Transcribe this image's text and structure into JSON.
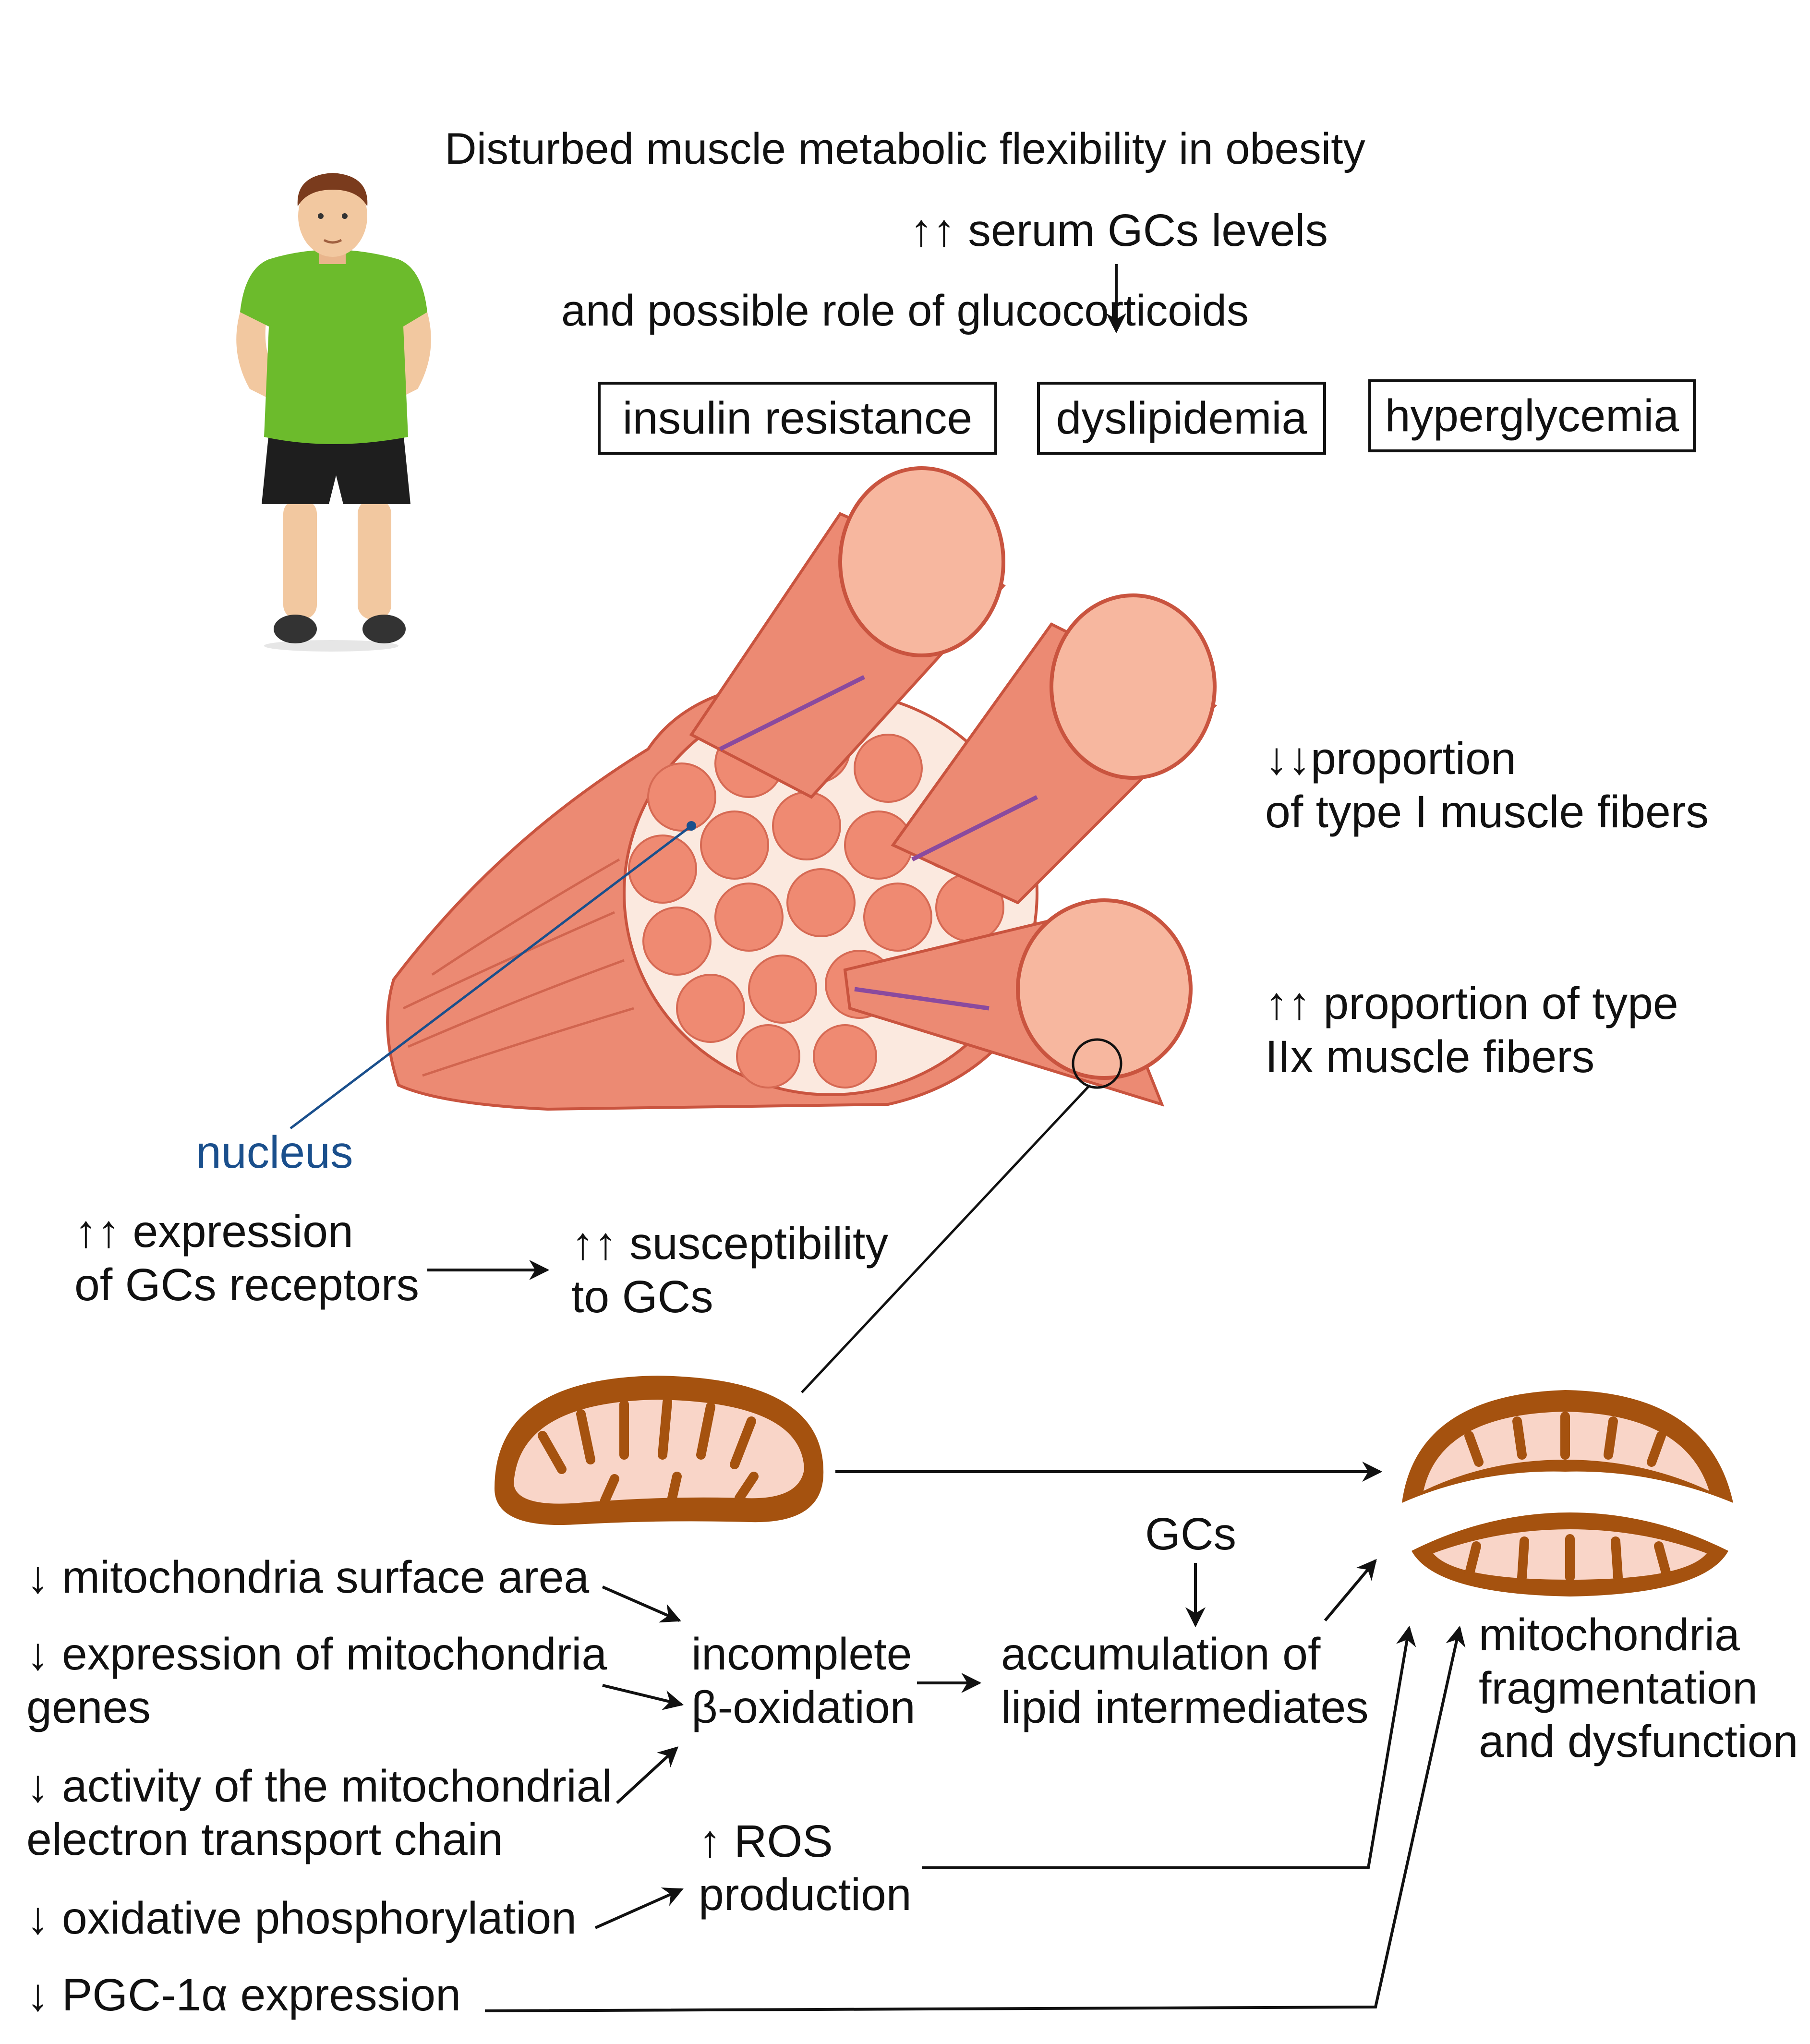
{
  "title": {
    "line1": "Disturbed muscle metabolic flexibility in obesity",
    "line2": "and possible role of glucocorticoids"
  },
  "serum": "↑↑ serum GCs levels",
  "boxes": {
    "insulin": "insulin resistance",
    "dyslipidemia": "dyslipidemia",
    "hyperglycemia": "hyperglycemia"
  },
  "fibers": {
    "type1": "↓↓proportion\nof type I muscle fibers",
    "type2x": "↑↑ proportion of type\nIIx muscle fibers"
  },
  "nucleus": "nucleus",
  "receptors": "↑↑ expression\nof GCs receptors",
  "susceptibility": "↑↑ susceptibility\nto GCs",
  "left_list": {
    "surface": "↓ mitochondria surface area",
    "genes": "↓ expression of mitochondria\ngenes",
    "etc": "↓ activity of the mitochondrial\nelectron transport chain",
    "oxphos": "↓ oxidative phosphorylation",
    "pgc": "↓ PGC-1α expression"
  },
  "incomplete": "incomplete\nβ-oxidation",
  "ros": "↑ ROS\nproduction",
  "gcs": "GCs",
  "accumulation": "accumulation of\nlipid intermediates",
  "fragmentation": "mitochondria\nfragmentation\nand dysfunction",
  "colors": {
    "muscle": "#ec8a73",
    "muscle_dark": "#c9543f",
    "fiber_core": "#f7b79f",
    "mito_brown": "#a5520f",
    "mito_inner": "#f9d5c8",
    "shirt": "#6cbb2c",
    "nucleus_line": "#1a4f8c"
  }
}
